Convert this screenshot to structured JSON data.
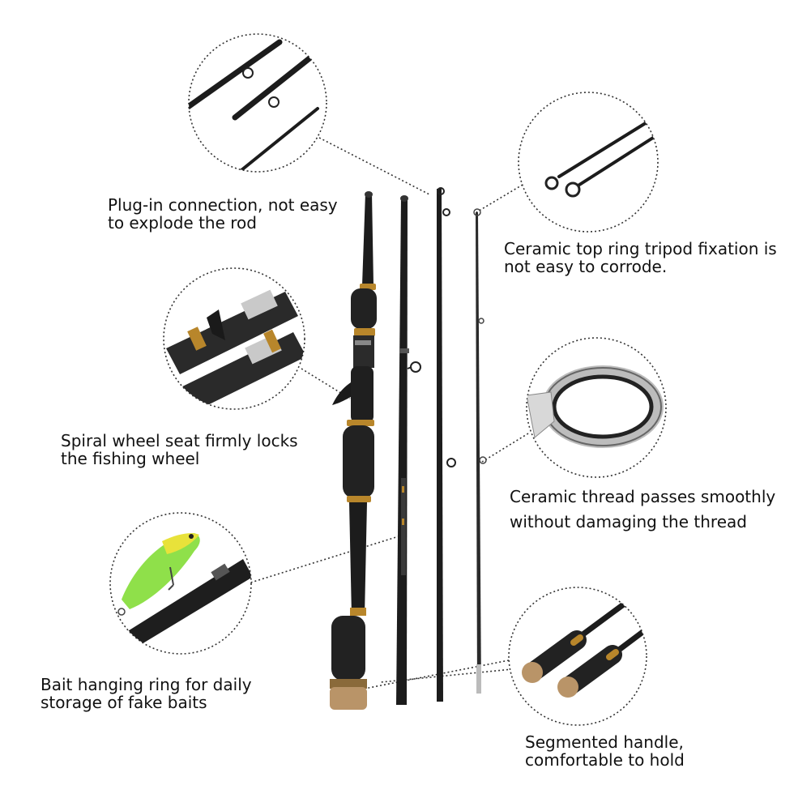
{
  "captions": {
    "plug_in": [
      "Plug-in connection, not easy",
      "to explode the rod"
    ],
    "ceramic_top": [
      "Ceramic top ring tripod fixation is",
      "not easy to corrode."
    ],
    "spiral_seat": [
      "Spiral wheel seat firmly locks",
      "the fishing wheel"
    ],
    "ceramic_thread": [
      "Ceramic thread passes smoothly",
      "without damaging the thread"
    ],
    "bait_ring": [
      "Bait hanging ring for daily",
      "storage of fake baits"
    ],
    "segmented_handle": [
      "Segmented handle,",
      "comfortable to hold"
    ]
  },
  "colors": {
    "rod": "#1c1c1c",
    "foam": "#222222",
    "gold_trim": "#b8862b",
    "cork": "#b99468",
    "lure_green": "#8fe04a",
    "lure_yellow": "#e8e23a",
    "dotted_line": "#333333"
  }
}
